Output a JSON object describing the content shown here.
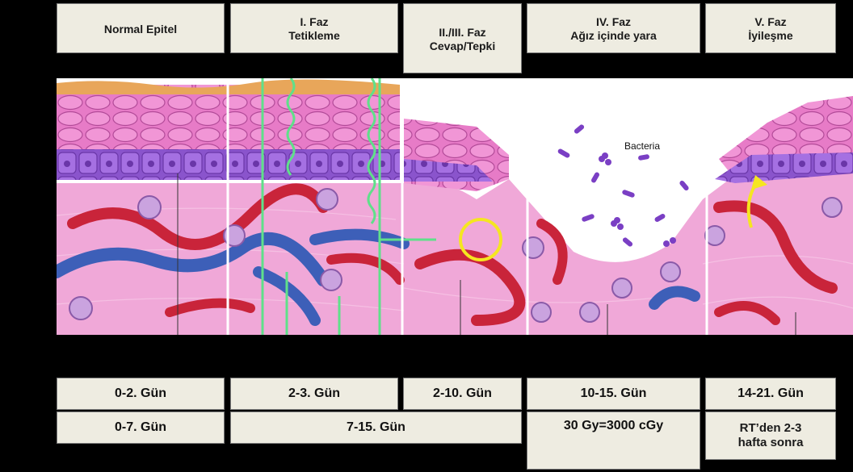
{
  "phases": [
    {
      "line1": "",
      "line2": "Normal Epitel"
    },
    {
      "line1": "I. Faz",
      "line2": "Tetikleme"
    },
    {
      "line1": "II./III. Faz",
      "line2": "Cevap/Tepki"
    },
    {
      "line1": "IV. Faz",
      "line2": "Ağız içinde yara"
    },
    {
      "line1": "V. Faz",
      "line2": "İyileşme"
    }
  ],
  "bacteria_label": "Bacteria",
  "days_row1": [
    "0-2. Gün",
    "2-3. Gün",
    "2-10. Gün",
    "10-15. Gün",
    "14-21. Gün"
  ],
  "days_row2": {
    "a": "0-7. Gün",
    "b": "7-15. Gün",
    "c": "30 Gy=3000 cGy",
    "d_line1": "RT’den 2-3",
    "d_line2": "hafta sonra"
  },
  "colors": {
    "box_bg": "#eeece1",
    "epithelium": "#e77bc7",
    "basal_layer": "#9a5bd6",
    "tissue": "#f0a8d8",
    "vessel_red": "#c9243a",
    "vessel_blue": "#3d5fb8",
    "signal_green": "#5fe08a",
    "arrow_yellow": "#f5e620",
    "bacteria_purple": "#7a3fc4"
  }
}
